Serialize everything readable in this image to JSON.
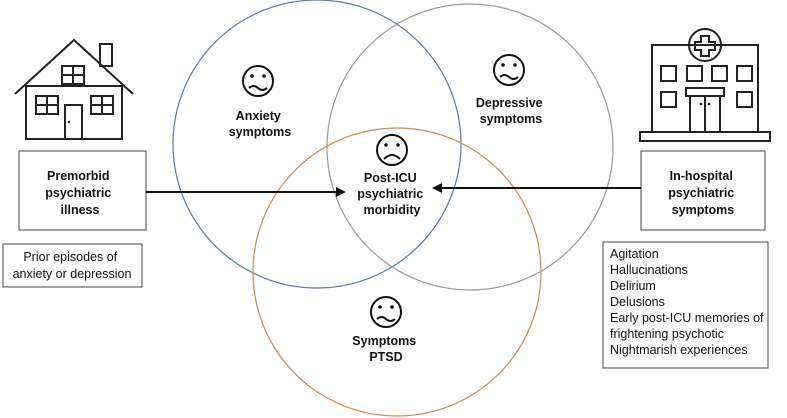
{
  "circles": {
    "anxiety": {
      "label_lines": [
        "Anxiety",
        "symptoms"
      ],
      "color": "#5b78a8"
    },
    "depressive": {
      "label_lines": [
        "Depressive",
        "symptoms"
      ],
      "color": "#9a9a9a"
    },
    "ptsd": {
      "label_lines": [
        "Symptoms",
        "PTSD"
      ],
      "color": "#d08a52"
    }
  },
  "center": {
    "label_lines": [
      "Post-ICU",
      "psychiatric",
      "morbidity"
    ]
  },
  "left_box": {
    "label_lines": [
      "Premorbid",
      "psychiatric",
      "illness"
    ]
  },
  "left_note": {
    "lines": [
      "Prior episodes of",
      "anxiety or depression"
    ]
  },
  "right_box": {
    "label_lines": [
      "In-hospital",
      "psychiatric",
      "symptoms"
    ]
  },
  "right_list": {
    "lines": [
      "Agitation",
      "Hallucinations",
      "Delirium",
      "Delusions",
      "Early post-ICU memories of",
      "frightening psychotic",
      "Nightmarish experiences"
    ]
  },
  "icons": {
    "house": "house-icon",
    "hospital": "hospital-icon",
    "faces": [
      "worried-face-icon",
      "sad-face-icon"
    ]
  }
}
